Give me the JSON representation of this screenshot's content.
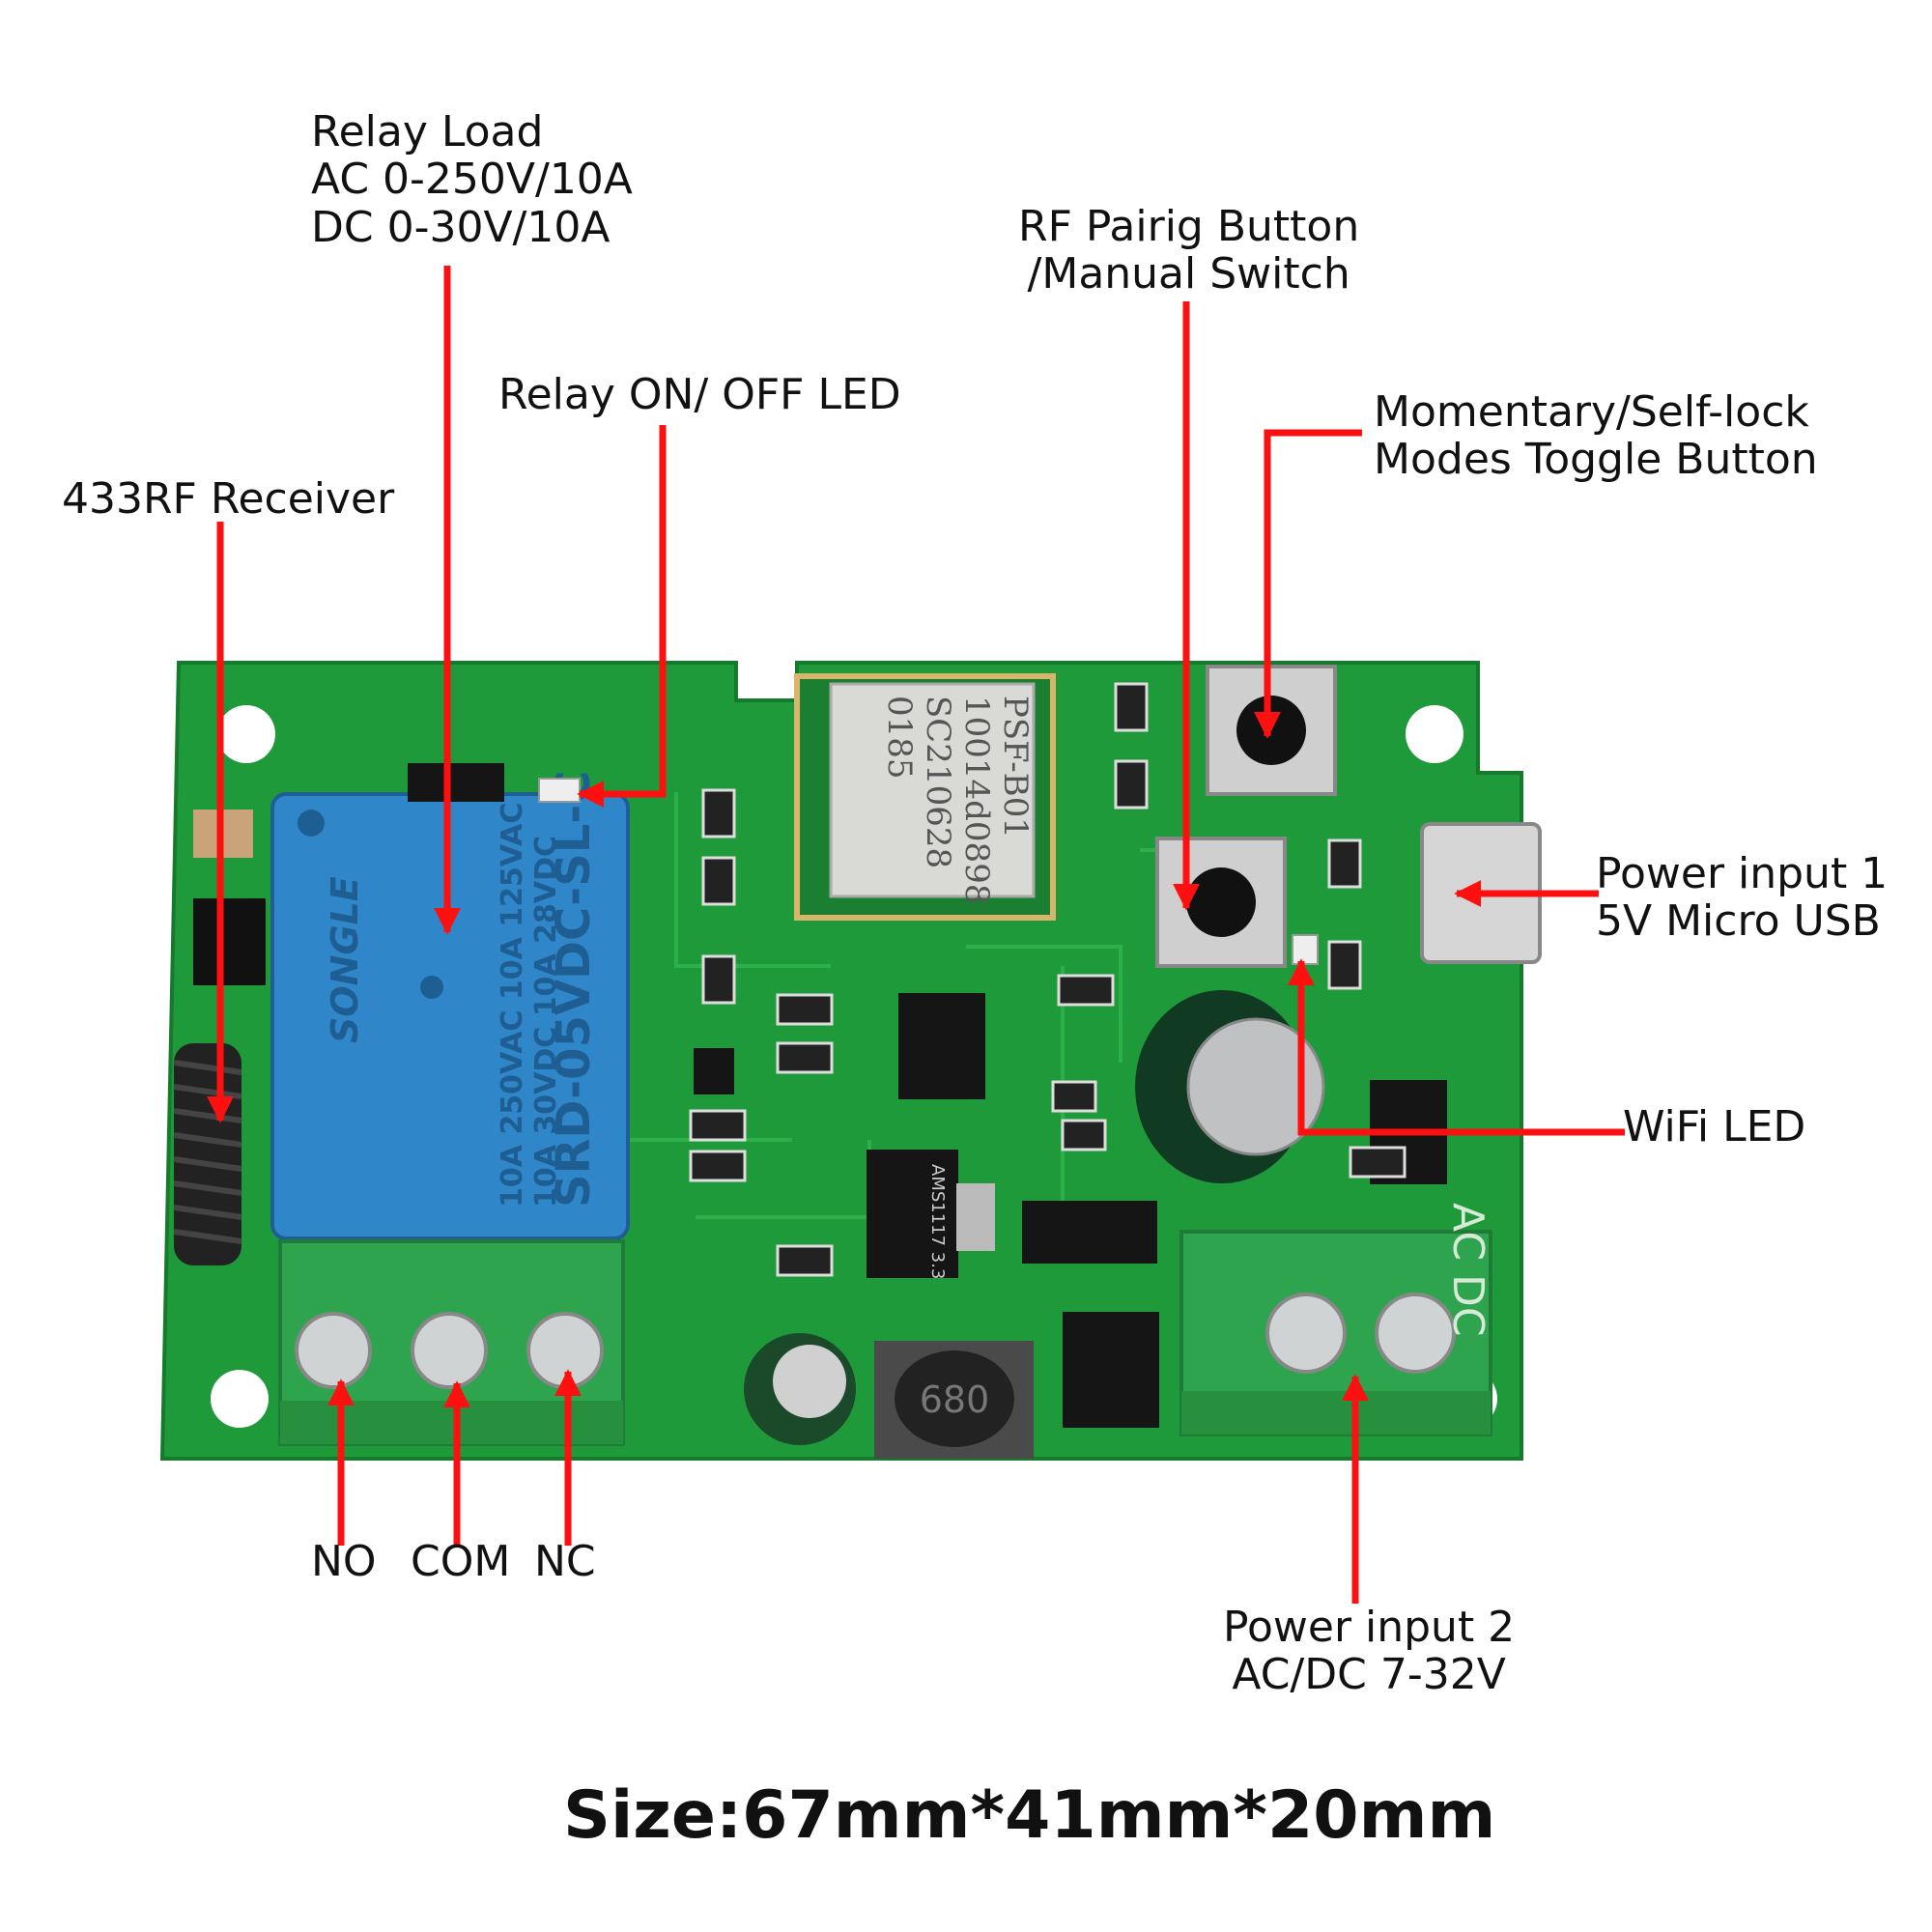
{
  "labels": {
    "relay_load": {
      "title": "Relay Load",
      "line1": "AC 0-250V/10A",
      "line2": "DC 0-30V/10A"
    },
    "relay_led": "Relay ON/ OFF LED",
    "rf_receiver": "433RF Receiver",
    "rf_button": {
      "line1": "RF Pairig Button",
      "line2": "/Manual Switch"
    },
    "mode_button": {
      "line1": "Momentary/Self-lock",
      "line2": "Modes Toggle Button"
    },
    "power1": {
      "line1": "Power input 1",
      "line2": "5V Micro USB"
    },
    "wifi_led": "WiFi LED",
    "terminals": {
      "no": "NO",
      "com": "COM",
      "nc": "NC"
    },
    "power2": {
      "line1": "Power input 2",
      "line2": "AC/DC 7-32V"
    },
    "size": "Size:67mm*41mm*20mm"
  },
  "board_markings": {
    "relay_brand": "SONGLE",
    "relay_model": "SRD-05VDC-SL-C",
    "relay_rating1": "10A 250VAC  10A 125VAC",
    "relay_rating2": "10A 30VDC  10A 28VDC",
    "module_line1": "PSF-B01",
    "module_line2": "10014d0898",
    "module_line3": "SC210628",
    "module_line4": "0185",
    "regulator": "AMS1117 3.3",
    "inductor": "680",
    "terminal_mark": "AC DC"
  },
  "colors": {
    "board": "#1f9a3a",
    "terminal": "#2fa44f",
    "relay": "#2f86c8",
    "arrow": "#ff1010",
    "text": "#111111"
  }
}
